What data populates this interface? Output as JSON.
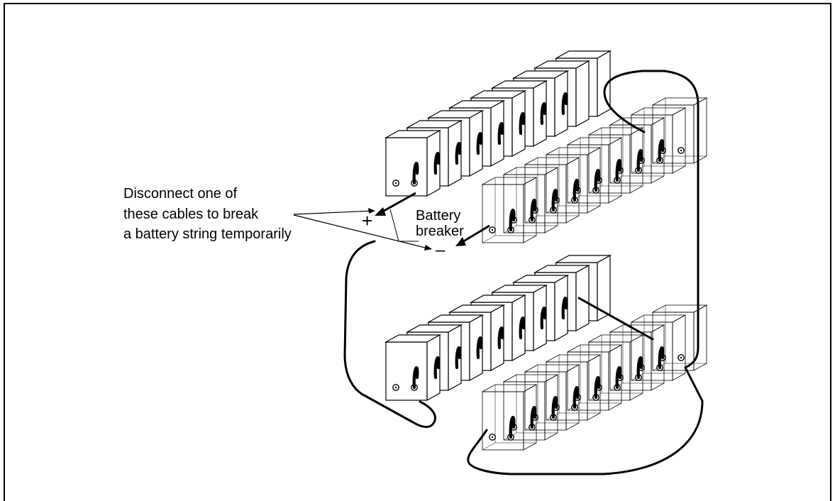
{
  "callout": {
    "line1": "Disconnect one of",
    "line2": "these cables to break",
    "line3": "a battery string temporarily"
  },
  "breaker": {
    "line1": "Battery",
    "line2": "breaker"
  },
  "polarity": {
    "plus": "+",
    "minus": "–"
  },
  "colors": {
    "line": "#000000",
    "background": "#ffffff"
  },
  "diagram": {
    "battery_rows": 4,
    "batteries_per_row": 9
  }
}
